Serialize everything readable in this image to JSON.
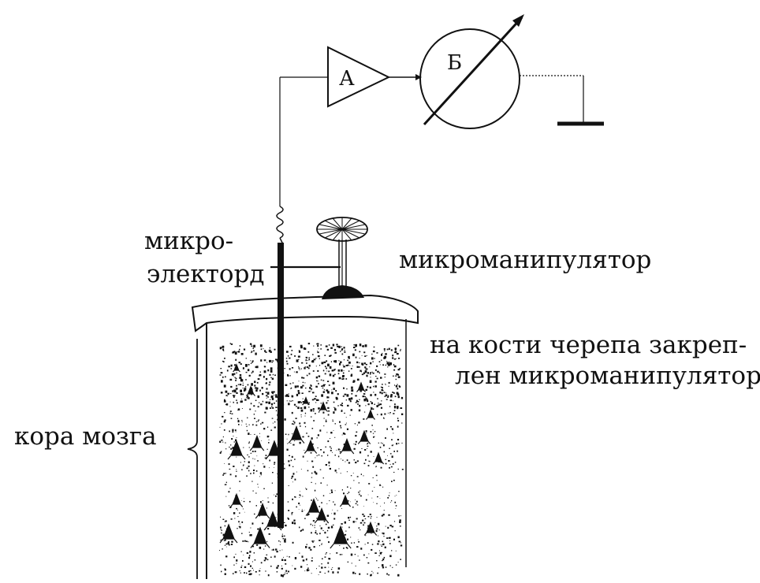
{
  "amplifier": {
    "letter": "А"
  },
  "meter": {
    "letter": "Б"
  },
  "labels": {
    "electrode_line1": "микро-",
    "electrode_line2": "электорд",
    "manipulator": "микроманипулятор",
    "skull_line1": "на кости черепа закреп-",
    "skull_line2": "лен микроманипулятор",
    "cortex": "кора мозга"
  },
  "colors": {
    "ink": "#111111",
    "background": "#ffffff"
  }
}
